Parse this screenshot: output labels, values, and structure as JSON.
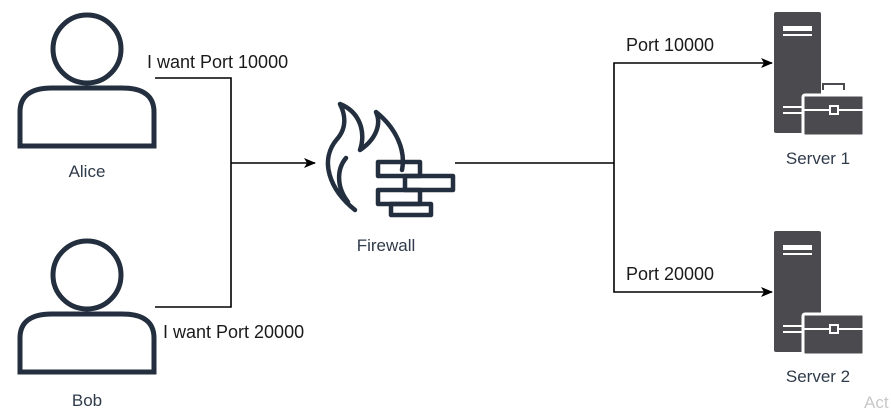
{
  "nodes": {
    "alice": {
      "label": "Alice",
      "icon": "user-icon"
    },
    "bob": {
      "label": "Bob",
      "icon": "user-icon"
    },
    "firewall": {
      "label": "Firewall",
      "icon": "firewall-icon"
    },
    "server1": {
      "label": "Server 1",
      "icon": "server-icon"
    },
    "server2": {
      "label": "Server 2",
      "icon": "server-icon"
    }
  },
  "edges": {
    "alice_request": "I want Port 10000",
    "bob_request": "I want Port 20000",
    "to_server1": "Port 10000",
    "to_server2": "Port 20000"
  },
  "watermark": "Act",
  "colors": {
    "user_stroke": "#232f3e",
    "firewall_stroke": "#232f3e",
    "server_fill": "#4b4b4f",
    "line": "#000000"
  }
}
